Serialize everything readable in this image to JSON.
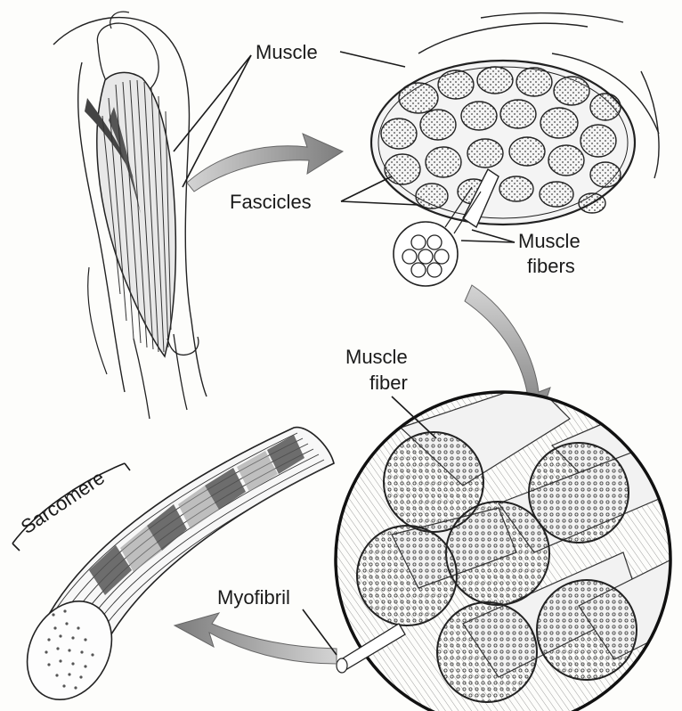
{
  "labels": {
    "muscle": "Muscle",
    "fascicles": "Fascicles",
    "muscle_fibers_1": "Muscle",
    "muscle_fibers_2": "fibers",
    "muscle_fiber_1": "Muscle",
    "muscle_fiber_2": "fiber",
    "myofibril": "Myofibril",
    "sarcomere": "Sarcomere"
  },
  "colors": {
    "ink": "#222222",
    "arrow_fill": "#8a8a8a",
    "background": "#fdfdfb"
  }
}
